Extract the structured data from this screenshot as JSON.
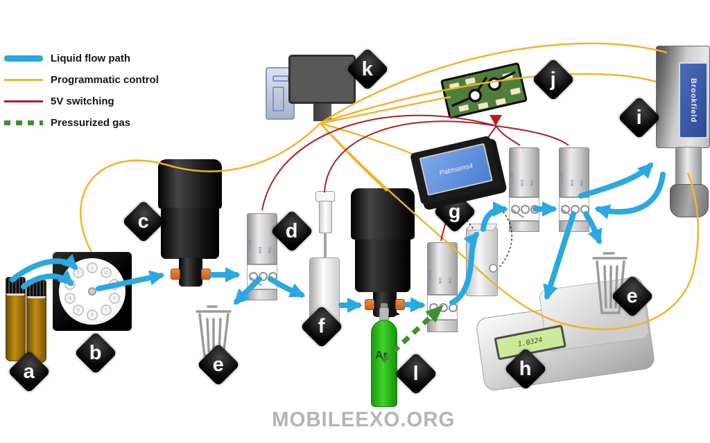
{
  "legend": {
    "items": [
      {
        "label": "Liquid flow path",
        "color": "#29a8e2",
        "style": "thick"
      },
      {
        "label": "Programmatic control",
        "color": "#f2b32b",
        "style": "thin"
      },
      {
        "label": "5V switching",
        "color": "#a92025",
        "style": "thin"
      },
      {
        "label": "Pressurized gas",
        "color": "#3f8f2f",
        "style": "dashed"
      }
    ]
  },
  "diamond_labels": {
    "a": "a",
    "b": "b",
    "c": "c",
    "d": "d",
    "e": "e",
    "f": "f",
    "g": "g",
    "h": "h",
    "i": "i",
    "j": "j",
    "k": "k",
    "l": "l"
  },
  "selector_valve": {
    "ports": [
      "1",
      "2",
      "3",
      "4",
      "5",
      "6",
      "7",
      "8",
      "9",
      "10"
    ]
  },
  "solenoid_ports": [
    "COM",
    "NO",
    "NC"
  ],
  "devices": {
    "potentiostat_screen": "Palmsens4",
    "viscometer_brand": "Brookfield",
    "balance_display": "1.0324",
    "gas_cylinder_label": "Ar"
  },
  "watermark": "MOBILEEXO.ORG"
}
